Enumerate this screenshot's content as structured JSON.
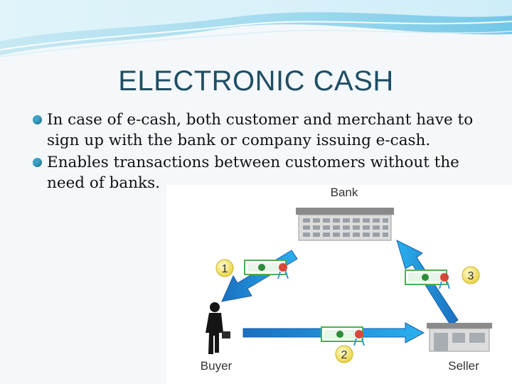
{
  "slide": {
    "title": "ELECTRONIC CASH",
    "bullets": [
      "In case of e-cash, both customer and merchant have to sign up with the bank or company issuing e-cash.",
      "Enables transactions between customers without the need  of banks."
    ]
  },
  "diagram": {
    "nodes": {
      "bank": "Bank",
      "buyer": "Buyer",
      "seller": "Seller"
    },
    "steps": [
      "1",
      "2",
      "3"
    ],
    "colors": {
      "arrow": "#29a8e8",
      "arrow_dark": "#1a6fc0",
      "badge": "#f2e24a",
      "bill": "#4caf50"
    }
  }
}
